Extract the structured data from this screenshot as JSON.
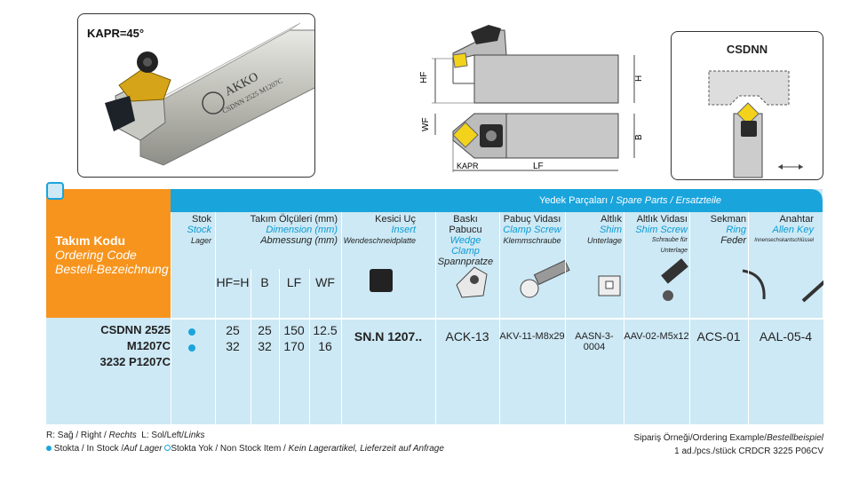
{
  "photo": {
    "kapr_label": "KAPR=45°",
    "brand_text": "AKKO",
    "engraving": "CSDNN 2525 M1207C"
  },
  "drawing": {
    "hf": "HF",
    "h": "H",
    "wf": "WF",
    "b": "B",
    "kapr": "KAPR",
    "lf": "LF"
  },
  "type_box": {
    "title": "CSDNN"
  },
  "table": {
    "spare_parts_header": {
      "tr": "Yedek Parçaları /",
      "en": "Spare Parts",
      "de": "/ Ersatzteile"
    },
    "ordering_code": {
      "tr": "Takım Kodu",
      "en": "Ordering Code",
      "de": "Bestell-Bezeichnung"
    },
    "stock": {
      "tr": "Stok",
      "en": "Stock",
      "de": "Lager"
    },
    "dimension": {
      "tr": "Takım Ölçüleri (mm)",
      "en": "Dimension (mm)",
      "de": "Abmessung (mm)"
    },
    "dim_cols": [
      "HF=H",
      "B",
      "LF",
      "WF"
    ],
    "insert": {
      "tr": "Kesici Uç",
      "en": "Insert",
      "de": "Wendeschneidplatte"
    },
    "parts": [
      {
        "tr": "Baskı Pabucu",
        "en": "Wedge Clamp",
        "de": "Spannpratze",
        "code": "ACK-13",
        "icon": "wedge-clamp-icon"
      },
      {
        "tr": "Pabuç Vidası",
        "en": "Clamp Screw",
        "de": "Klemmschraube",
        "code": "AKV-11-M8x29",
        "icon": "clamp-screw-icon"
      },
      {
        "tr": "Altlık",
        "en": "Shim",
        "de": "Unterlage",
        "code": "AASN-3-0004",
        "icon": "shim-icon"
      },
      {
        "tr": "Altlık Vidası",
        "en": "Shim Screw",
        "de": "Schraube für Unterlage",
        "code": "AAV-02-M5x12",
        "icon": "shim-screw-icon"
      },
      {
        "tr": "Sekman",
        "en": "Ring",
        "de": "Feder",
        "code": "ACS-01",
        "icon": "ring-icon"
      },
      {
        "tr": "Anahtar",
        "en": "Allen Key",
        "de": "Innensechskantschlüssel",
        "code": "AAL-05-4",
        "icon": "allen-key-icon"
      }
    ],
    "rows": [
      {
        "code": "CSDNN 2525 M1207C",
        "hf": "25",
        "b": "25",
        "lf": "150",
        "wf": "12.5"
      },
      {
        "code": "3232 P1207C",
        "hf": "32",
        "b": "32",
        "lf": "170",
        "wf": "16"
      }
    ],
    "insert_value": "SN.N 1207..",
    "colors": {
      "accent": "#1aa4dc",
      "orange": "#f7941d",
      "light": "#cde9f5"
    }
  },
  "footer": {
    "legend1_a": "R: Sağ / Right /",
    "legend1_b": "Rechts",
    "legend1_c": "L: Sol/Left/",
    "legend1_d": "Links",
    "legend2_a": "Stokta / In Stock /",
    "legend2_b": "Auf Lager",
    "legend2_c": "Stokta Yok / Non Stock Item /",
    "legend2_d": "Kein Lagerartikel, Lieferzeit auf Anfrage",
    "example_a": "Sipariş Örneği/Ordering Example/",
    "example_b": "Bestellbeispiel",
    "example_line": "1 ad./pcs./stück CRDCR 3225 P06CV"
  }
}
